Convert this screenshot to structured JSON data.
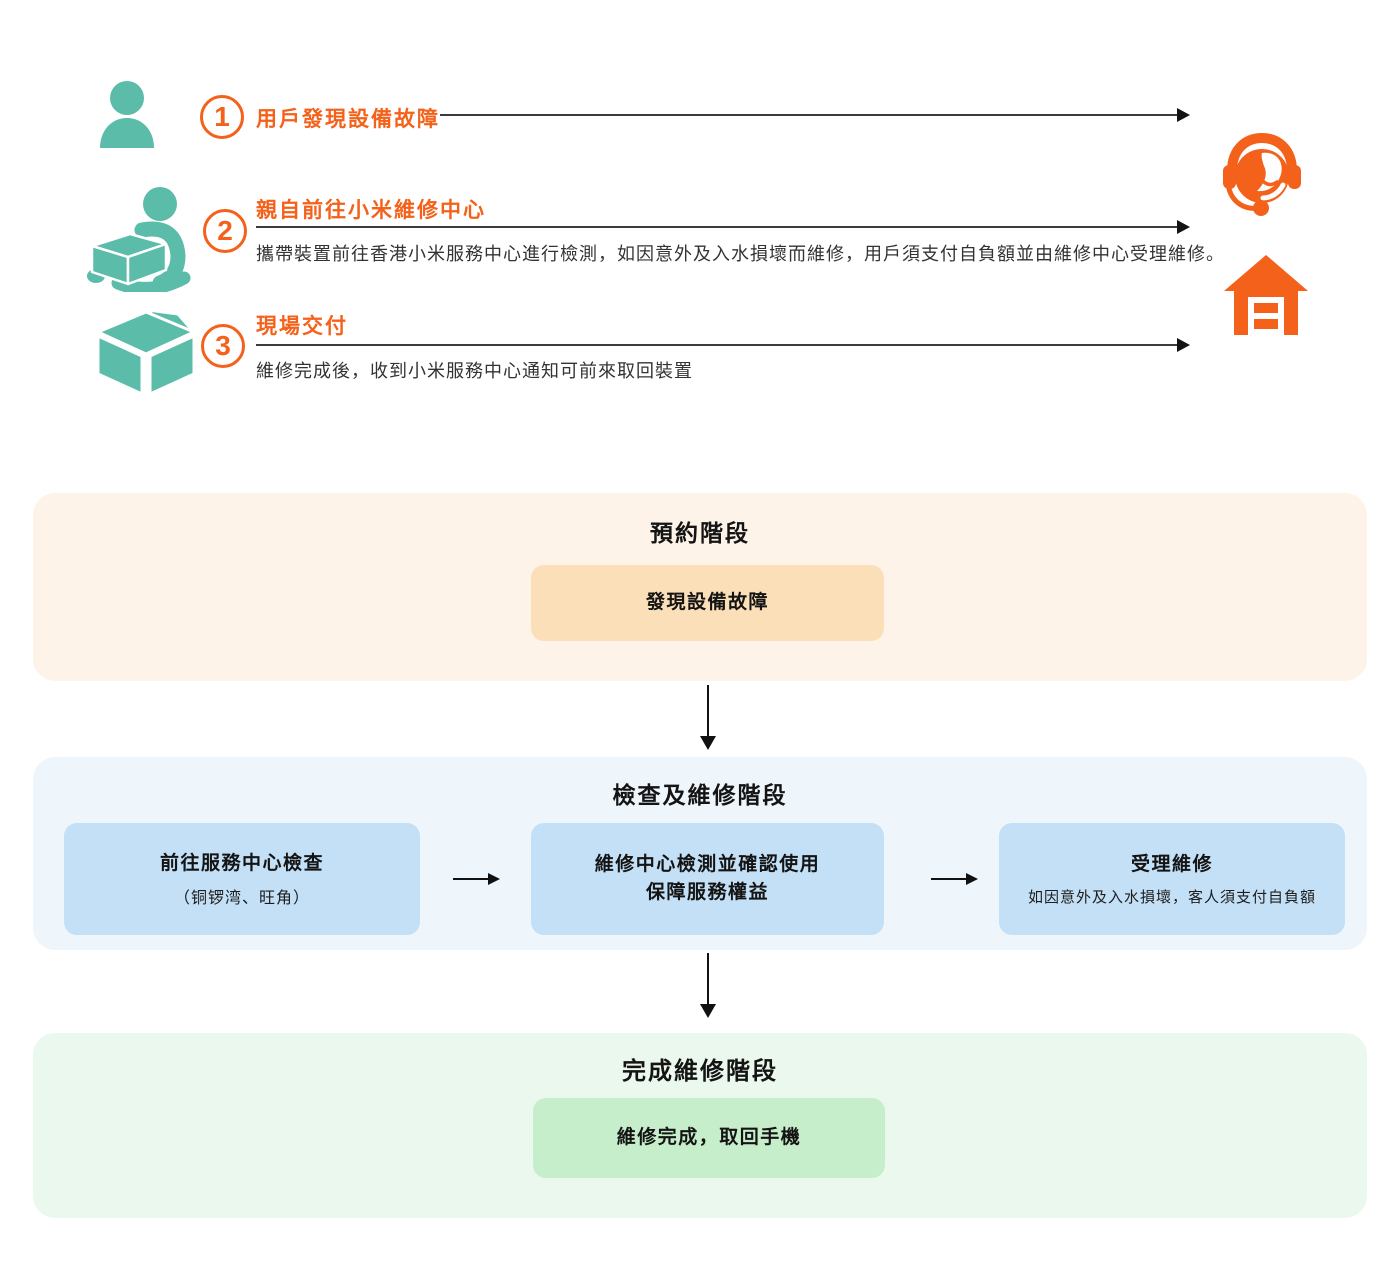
{
  "colors": {
    "teal_icon": "#5ABCA9",
    "orange_accent": "#F4611A",
    "connector_line": "#3C3C3C",
    "stage_booking_bg": "#FDF3E8",
    "stage_booking_node_bg": "#FBDFB8",
    "stage_inspection_bg": "#EEF5FB",
    "stage_inspection_node_bg": "#C4E0F6",
    "stage_complete_bg": "#EBF8ED",
    "stage_complete_node_bg": "#C7EECA"
  },
  "steps": [
    {
      "number": "1",
      "icon": "user-icon",
      "title": "用戶發現設備故障",
      "description": ""
    },
    {
      "number": "2",
      "icon": "carry-box-icon",
      "title": "親自前往小米維修中心",
      "description": "攜帶裝置前往香港小米服務中心進行檢測，如因意外及入水損壞而維修，用戶須支付自負額並由維修中心受理維修。"
    },
    {
      "number": "3",
      "icon": "package-icon",
      "title": "現場交付",
      "description": "維修完成後，收到小米服務中心通知可前來取回裝置"
    }
  ],
  "side_icons": [
    {
      "icon": "customer-service-icon"
    },
    {
      "icon": "service-store-icon"
    }
  ],
  "stages": [
    {
      "title": "預約階段",
      "nodes": [
        {
          "label": "發現設備故障",
          "sub": ""
        }
      ]
    },
    {
      "title": "檢查及維修階段",
      "nodes": [
        {
          "label": "前往服務中心檢查",
          "sub": "（铜锣湾、旺角）"
        },
        {
          "label": "維修中心檢測並確認使用\n保障服務權益",
          "sub": ""
        },
        {
          "label": "受理維修",
          "sub": "如因意外及入水損壞，客人須支付自負額"
        }
      ]
    },
    {
      "title": "完成維修階段",
      "nodes": [
        {
          "label": "維修完成，取回手機",
          "sub": ""
        }
      ]
    }
  ]
}
